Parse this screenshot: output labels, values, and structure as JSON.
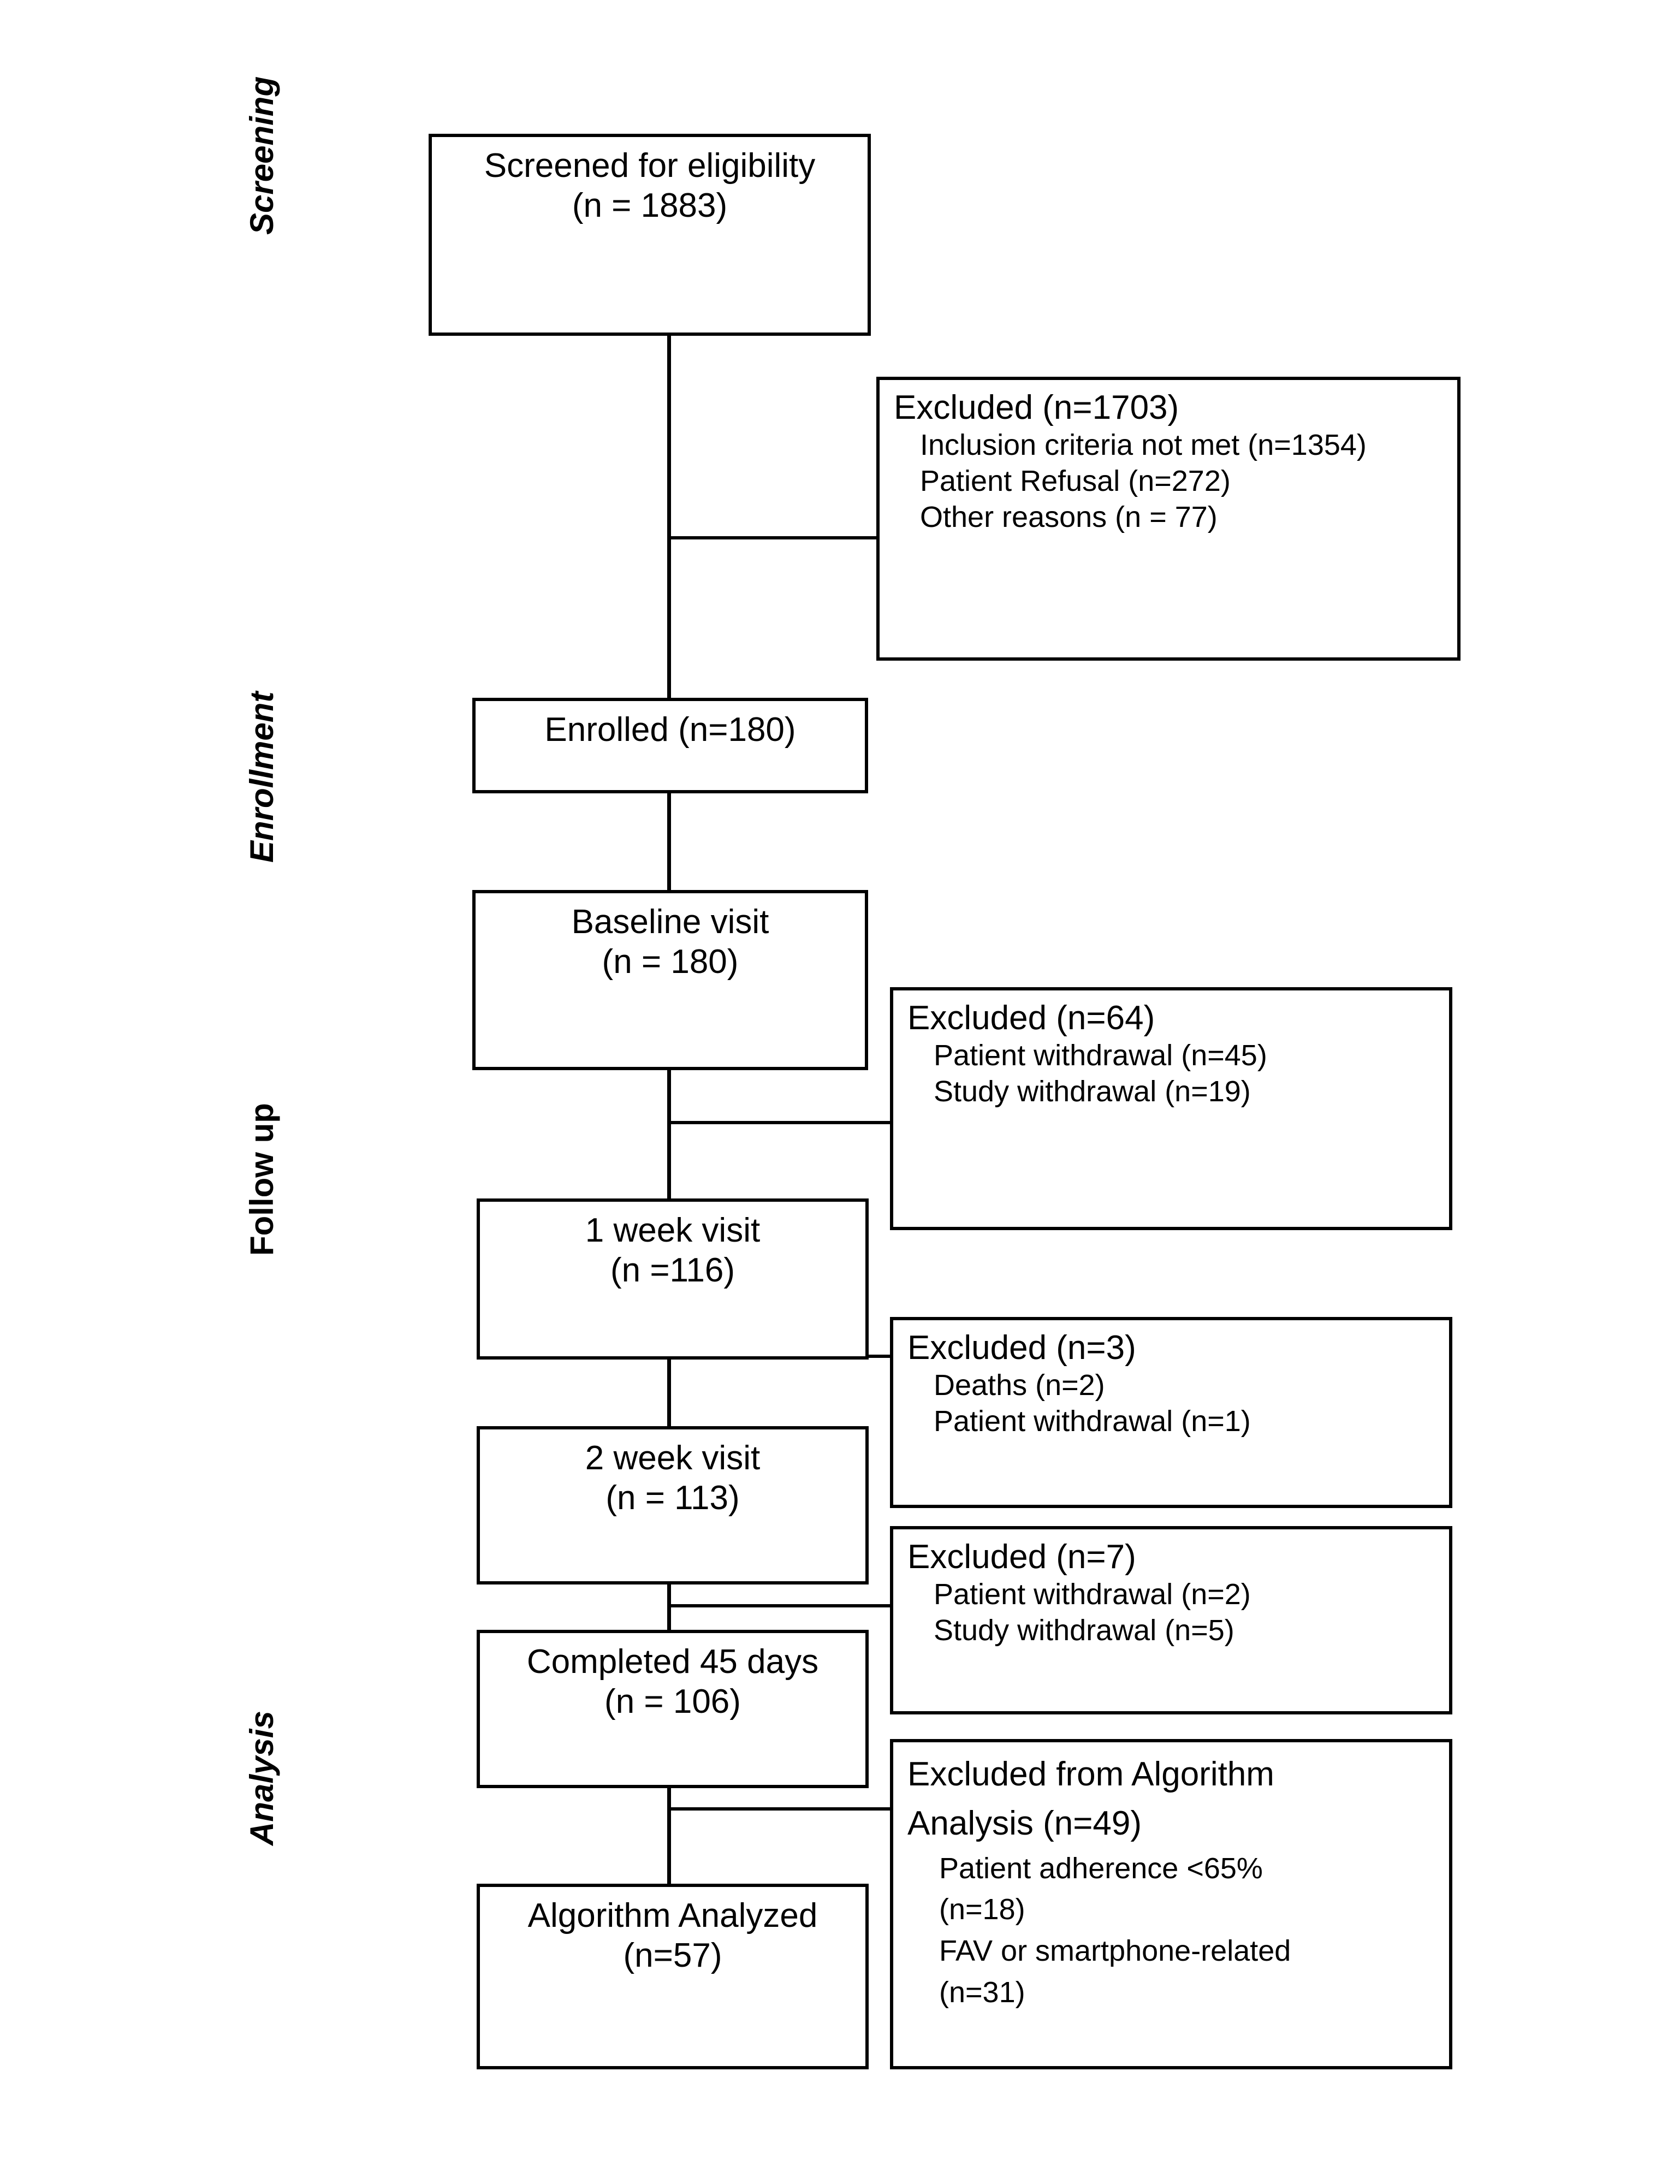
{
  "diagram": {
    "title": "CONSORT participant flow diagram",
    "line_color": "#000000",
    "box_border_color": "#000000",
    "background_color": "#ffffff"
  },
  "stages": [
    {
      "id": "screening",
      "label": "Screening"
    },
    {
      "id": "enrollment",
      "label": "Enrollment"
    },
    {
      "id": "followup",
      "label": "Follow up"
    },
    {
      "id": "analysis",
      "label": "Analysis"
    }
  ],
  "nodes": [
    {
      "id": "screened",
      "line1": "Screened for eligibility",
      "line2": "(n = 1883)"
    },
    {
      "id": "enrolled",
      "line1": "Enrolled (n=180)",
      "line2": ""
    },
    {
      "id": "baseline",
      "line1": "Baseline visit",
      "line2": "(n = 180)"
    },
    {
      "id": "week1",
      "line1": "1 week visit",
      "line2": "(n =116)"
    },
    {
      "id": "week2",
      "line1": "2 week visit",
      "line2": "(n = 113)"
    },
    {
      "id": "day45",
      "line1": "Completed 45 days",
      "line2": "(n = 106)"
    },
    {
      "id": "analyzed",
      "line1": "Algorithm Analyzed",
      "line2": "(n=57)"
    }
  ],
  "exclusions": [
    {
      "id": "excl-screening",
      "title": "Excluded  (n=1703)",
      "reasons": [
        "Inclusion criteria not met (n=1354)",
        "Patient Refusal (n=272)",
        "Other reasons (n = 77)"
      ]
    },
    {
      "id": "excl-baseline",
      "title": "Excluded (n=64)",
      "reasons": [
        "Patient withdrawal (n=45)",
        "Study withdrawal (n=19)"
      ]
    },
    {
      "id": "excl-week1",
      "title": "Excluded (n=3)",
      "reasons": [
        "Deaths (n=2)",
        "Patient withdrawal (n=1)"
      ]
    },
    {
      "id": "excl-week2",
      "title": "Excluded (n=7)",
      "reasons": [
        "Patient withdrawal (n=2)",
        "Study withdrawal (n=5)"
      ]
    },
    {
      "id": "excl-analysis",
      "title": "Excluded from Algorithm Analysis (n=49)",
      "reasons": [
        "Patient adherence <65% (n=18)",
        "FAV or smartphone-related (n=31)"
      ]
    }
  ],
  "chart_data": {
    "type": "diagram",
    "title": "CONSORT participant flow diagram",
    "flow": [
      {
        "step": "Screened for eligibility",
        "n": 1883
      },
      {
        "step": "Enrolled",
        "n": 180
      },
      {
        "step": "Baseline visit",
        "n": 180
      },
      {
        "step": "1 week visit",
        "n": 116
      },
      {
        "step": "2 week visit",
        "n": 113
      },
      {
        "step": "Completed 45 days",
        "n": 106
      },
      {
        "step": "Algorithm Analyzed",
        "n": 57
      }
    ],
    "excluded": [
      {
        "after": "Screened for eligibility",
        "n": 1703,
        "reasons": [
          {
            "label": "Inclusion criteria not met",
            "n": 1354
          },
          {
            "label": "Patient Refusal",
            "n": 272
          },
          {
            "label": "Other reasons",
            "n": 77
          }
        ]
      },
      {
        "after": "Baseline visit",
        "n": 64,
        "reasons": [
          {
            "label": "Patient withdrawal",
            "n": 45
          },
          {
            "label": "Study withdrawal",
            "n": 19
          }
        ]
      },
      {
        "after": "1 week visit",
        "n": 3,
        "reasons": [
          {
            "label": "Deaths",
            "n": 2
          },
          {
            "label": "Patient withdrawal",
            "n": 1
          }
        ]
      },
      {
        "after": "2 week visit",
        "n": 7,
        "reasons": [
          {
            "label": "Patient withdrawal",
            "n": 2
          },
          {
            "label": "Study withdrawal",
            "n": 5
          }
        ]
      },
      {
        "after": "Completed 45 days",
        "n": 49,
        "reasons": [
          {
            "label": "Patient adherence <65%",
            "n": 18
          },
          {
            "label": "FAV or smartphone-related",
            "n": 31
          }
        ]
      }
    ],
    "stages": [
      "Screening",
      "Enrollment",
      "Follow up",
      "Analysis"
    ]
  }
}
